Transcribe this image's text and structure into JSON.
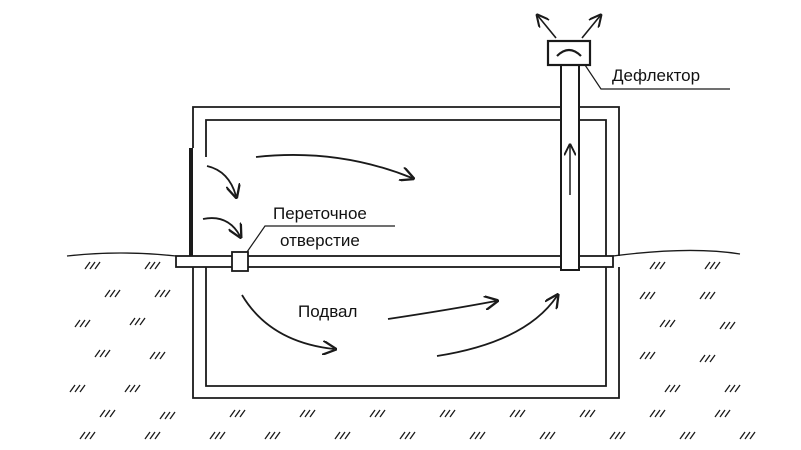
{
  "labels": {
    "deflector": "Дефлектор",
    "transfer_hole_line1": "Переточное",
    "transfer_hole_line2": "отверстие",
    "basement": "Подвал"
  },
  "colors": {
    "stroke": "#1a1a1a",
    "background": "#ffffff"
  }
}
